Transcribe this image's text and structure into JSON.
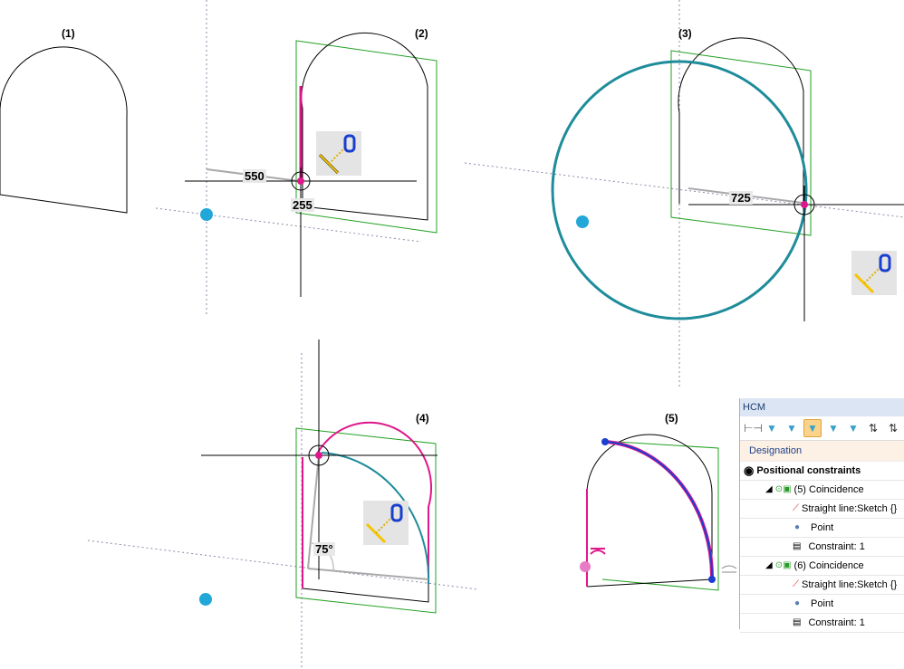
{
  "panels": {
    "p1": "(1)",
    "p2": "(2)",
    "p3": "(3)",
    "p4": "(4)",
    "p5": "(5)"
  },
  "dimensions": {
    "p2_horizontal": "550",
    "p2_vertical": "255",
    "p3_horizontal": "725",
    "p4_angle": "75°"
  },
  "colors": {
    "sketch": "#000000",
    "plane": "#22a022",
    "highlight": "#e0178a",
    "circle": "#1e8c9a",
    "selected": "#1a3fd0"
  },
  "hcm": {
    "title": "HCM",
    "header": "Designation",
    "root": "Positional constraints",
    "groups": [
      {
        "label": "(5) Coincidence",
        "children": [
          "Straight line:Sketch {}",
          "Point",
          "Constraint: 1"
        ]
      },
      {
        "label": "(6) Coincidence",
        "children": [
          "Straight line:Sketch {}",
          "Point",
          "Constraint: 1"
        ]
      }
    ]
  }
}
